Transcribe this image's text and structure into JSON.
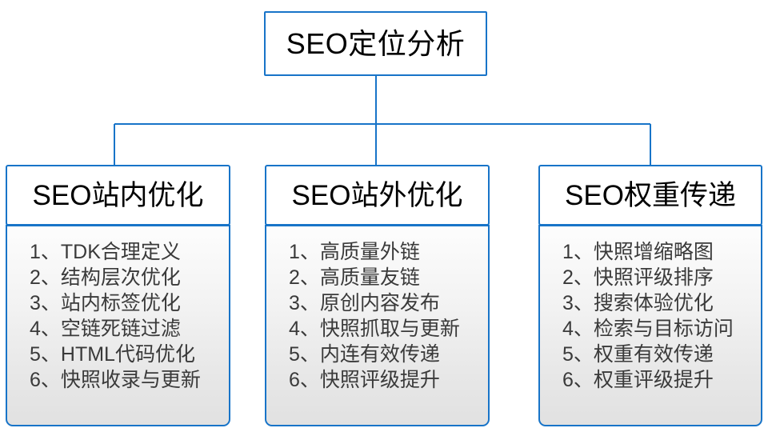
{
  "diagram": {
    "type": "org-tree",
    "root": {
      "title": "SEO定位分析"
    },
    "branches": [
      {
        "id": "seo-onsite",
        "title": "SEO站内优化",
        "items": [
          "1、TDK合理定义",
          "2、结构层次优化",
          "3、站内标签优化",
          "4、空链死链过滤",
          "5、HTML代码优化",
          "6、快照收录与更新"
        ]
      },
      {
        "id": "seo-offsite",
        "title": "SEO站外优化",
        "items": [
          "1、高质量外链",
          "2、高质量友链",
          "3、原创内容发布",
          "4、快照抓取与更新",
          "5、内连有效传递",
          "6、快照评级提升"
        ]
      },
      {
        "id": "seo-weight",
        "title": "SEO权重传递",
        "items": [
          "1、快照增缩略图",
          "2、快照评级排序",
          "3、搜索体验优化",
          "4、检索与目标访问",
          "5、权重有效传递",
          "6、权重评级提升"
        ]
      }
    ],
    "colors": {
      "border": "#1874C8",
      "connector": "#1874C8",
      "background": "#ffffff",
      "header_fill": "#ffffff",
      "body_fill_top": "#fdfdfd",
      "body_fill_bottom": "#e1e1e1",
      "title_text": "#000000",
      "list_text": "#3a3a3a"
    }
  }
}
